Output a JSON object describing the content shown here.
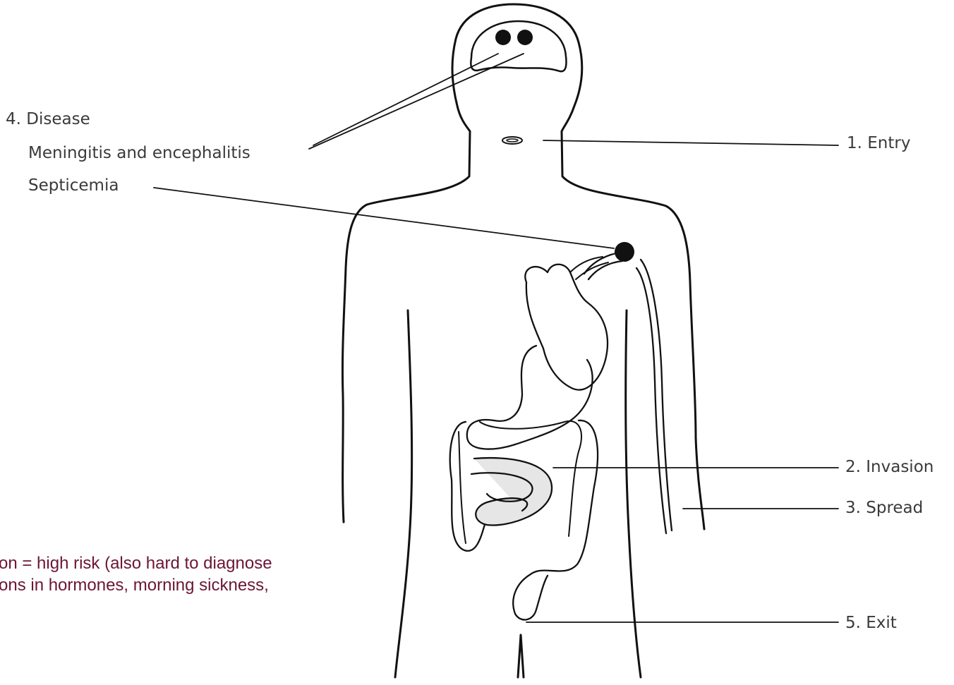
{
  "labels": {
    "disease": "4. Disease",
    "meningitis": "Meningitis and encephalitis",
    "septicemia": "Septicemia",
    "entry": "1. Entry",
    "invasion": "2. Invasion",
    "spread": "3. Spread",
    "exit": "5. Exit"
  },
  "note": {
    "line1": "on = high risk (also hard to diagnose",
    "line2": "ons in hormones, morning sickness,"
  },
  "colors": {
    "outline": "#111111",
    "label_text": "#3a3a3a",
    "note_text": "#6b1636",
    "organ_shade": "#e6e6e6"
  }
}
